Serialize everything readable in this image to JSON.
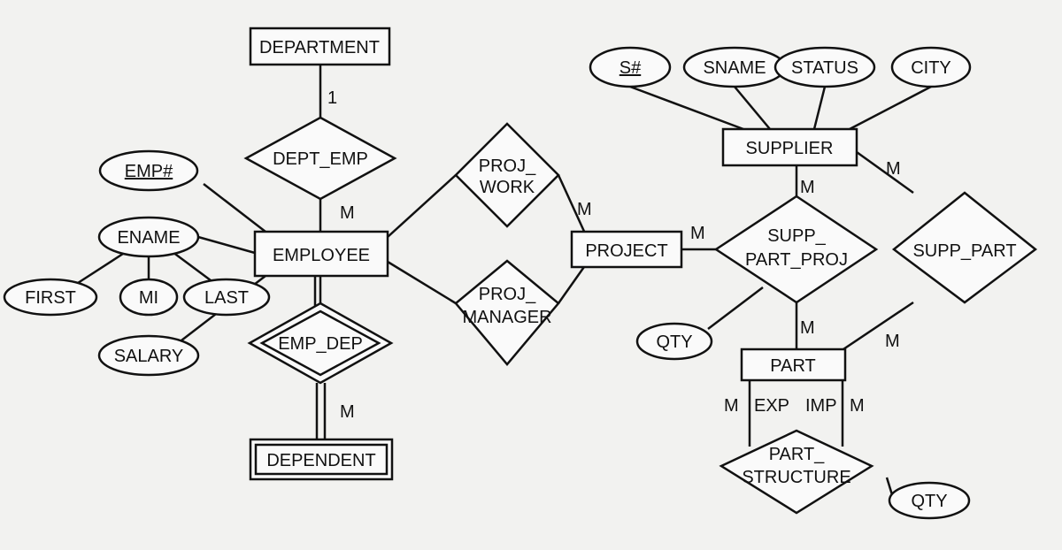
{
  "diagram": {
    "entities": {
      "department": "DEPARTMENT",
      "employee": "EMPLOYEE",
      "supplier": "SUPPLIER",
      "project": "PROJECT",
      "part": "PART",
      "dependent": "DEPENDENT"
    },
    "relationships": {
      "dept_emp": "DEPT_EMP",
      "proj_work": [
        "PROJ_",
        "WORK"
      ],
      "proj_manager": [
        "PROJ_",
        "MANAGER"
      ],
      "emp_dep": "EMP_DEP",
      "supp_part_proj": [
        "SUPP_",
        "PART_PROJ"
      ],
      "supp_part": "SUPP_PART",
      "part_structure": [
        "PART_",
        "STRUCTURE"
      ]
    },
    "attributes": {
      "s_num": "S#",
      "sname": "SNAME",
      "status": "STATUS",
      "city": "CITY",
      "emp_num": "EMP#",
      "ename": "ENAME",
      "first": "FIRST",
      "mi": "MI",
      "last": "LAST",
      "salary": "SALARY",
      "qty_spp": "QTY",
      "qty_ps": "QTY"
    },
    "cardinalities": {
      "one": "1",
      "many": "M"
    },
    "role_labels": {
      "exp": "EXP",
      "imp": "IMP"
    }
  }
}
